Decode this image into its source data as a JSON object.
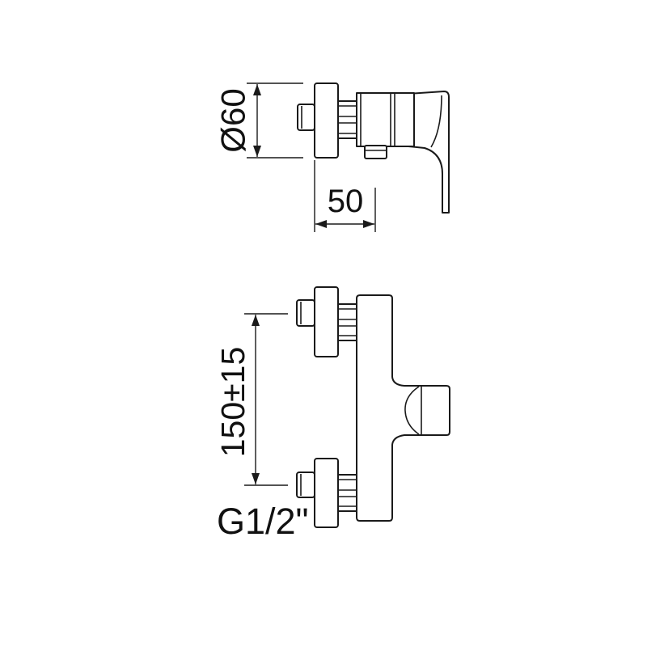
{
  "dimensions": {
    "diameter_label": "Ø60",
    "depth_label": "50",
    "spacing_label": "150±15",
    "thread_label": "G1/2\""
  }
}
